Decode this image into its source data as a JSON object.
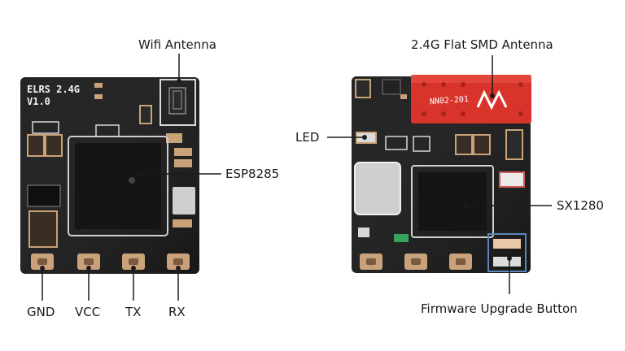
{
  "left_board": {
    "silkscreen_line1": "ELRS 2.4G",
    "silkscreen_line2": "V1.0",
    "callouts": {
      "antenna": "Wifi Antenna",
      "chip": "ESP8285"
    },
    "pins": [
      "GND",
      "VCC",
      "TX",
      "RX"
    ]
  },
  "right_board": {
    "antenna_marking": "NN02-201",
    "callouts": {
      "antenna": "2.4G Flat SMD Antenna",
      "led": "LED",
      "chip": "SX1280",
      "button": "Firmware Upgrade Button"
    }
  },
  "colors": {
    "pcb": "#1b1b1b",
    "pad_gold": "#c9a27a",
    "antenna_red": "#d9342b",
    "background": "#ffffff"
  }
}
